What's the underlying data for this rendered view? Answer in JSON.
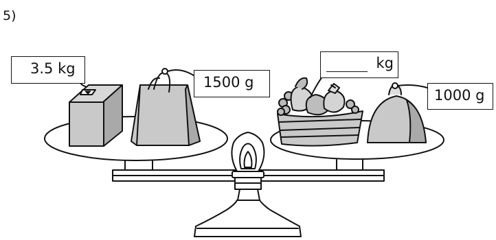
{
  "question_number": "5)",
  "tags": {
    "box": "3.5  kg",
    "bag": "1500  g",
    "basket": "kg",
    "weight": "1000 g"
  },
  "colors": {
    "object_fill": "#c9c9c9",
    "object_fill_dark": "#a9a9a9",
    "outline": "#111111"
  }
}
